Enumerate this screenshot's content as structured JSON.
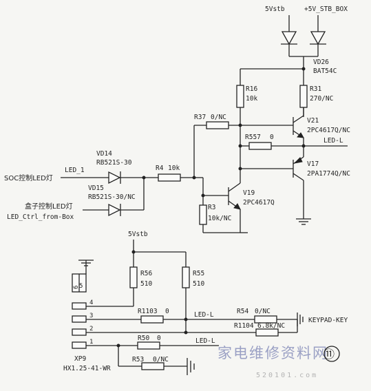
{
  "power": {
    "vstb_top": "5Vstb",
    "v5_stb_box": "+5V_STB_BOX",
    "vstb_mid": "5Vstb"
  },
  "parts": {
    "vd26": {
      "ref": "VD26",
      "value": "BAT54C"
    },
    "r16": {
      "ref": "R16",
      "value": "10k"
    },
    "r31": {
      "ref": "R31",
      "value": "270/NC"
    },
    "r37": {
      "ref": "R37",
      "value": "0/NC"
    },
    "r557": {
      "ref": "R557",
      "value": "0"
    },
    "v21": {
      "ref": "V21",
      "value": "2PC4617Q/NC"
    },
    "v17": {
      "ref": "V17",
      "value": "2PA1774Q/NC"
    },
    "vd14": {
      "ref": "VD14",
      "value": "RB521S-30"
    },
    "vd15": {
      "ref": "VD15",
      "value": "RB521S-30/NC"
    },
    "r4": {
      "ref": "R4",
      "value": "10k"
    },
    "v19": {
      "ref": "V19",
      "value": "2PC4617Q"
    },
    "r3": {
      "ref": "R3",
      "value": "10k/NC"
    },
    "r56": {
      "ref": "R56",
      "value": "510"
    },
    "r55": {
      "ref": "R55",
      "value": "510"
    },
    "r1103": {
      "ref": "R1103",
      "value": "0"
    },
    "r54": {
      "ref": "R54",
      "value": "0/NC"
    },
    "r1104": {
      "ref": "R1104",
      "value": "6.8k/NC"
    },
    "r50": {
      "ref": "R50",
      "value": "0"
    },
    "r53": {
      "ref": "R53",
      "value": "0/NC"
    },
    "xp9": {
      "ref": "XP9",
      "value": "HX1.25-41-WR"
    }
  },
  "nets": {
    "led_l_top": "LED-L",
    "led_1": "LED_1",
    "led_l_mid": "LED-L",
    "led_l_low": "LED-L",
    "keypad_key": "KEYPAD-KEY",
    "led_ctrl_from_box": "LED_Ctrl_from-Box"
  },
  "text": {
    "soc_label": "SOC控制LED灯",
    "box_label": "盒子控制LED灯"
  },
  "connector_pins": [
    "4",
    "3",
    "2",
    "1",
    "5",
    "6"
  ],
  "watermark": {
    "chinese": "家电维修资料网",
    "url": "520101.com",
    "badge": "⑪"
  }
}
